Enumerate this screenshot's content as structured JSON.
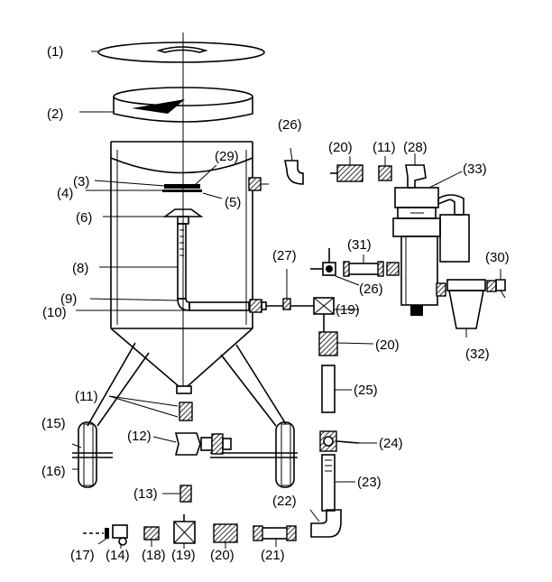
{
  "labels": {
    "l1": "(1)",
    "l2": "(2)",
    "l3": "(3)",
    "l4": "(4)",
    "l5": "(5)",
    "l6": "(6)",
    "l8": "(8)",
    "l9": "(9)",
    "l10": "(10)",
    "l11a": "(11)",
    "l11b": "(11)",
    "l12": "(12)",
    "l13": "(13)",
    "l14": "(14)",
    "l15": "(15)",
    "l16": "(16)",
    "l17": "(17)",
    "l18": "(18)",
    "l19a": "(19)",
    "l19b": "(19)",
    "l20a": "(20)",
    "l20b": "(20)",
    "l20c": "(20)",
    "l21": "(21)",
    "l22": "(22)",
    "l23": "(23)",
    "l24": "(24)",
    "l25": "(25)",
    "l26a": "(26)",
    "l26b": "(26)",
    "l27": "(27)",
    "l28": "(28)",
    "l29": "(29)",
    "l30": "(30)",
    "l31": "(31)",
    "l32": "(32)",
    "l33": "(33)"
  }
}
